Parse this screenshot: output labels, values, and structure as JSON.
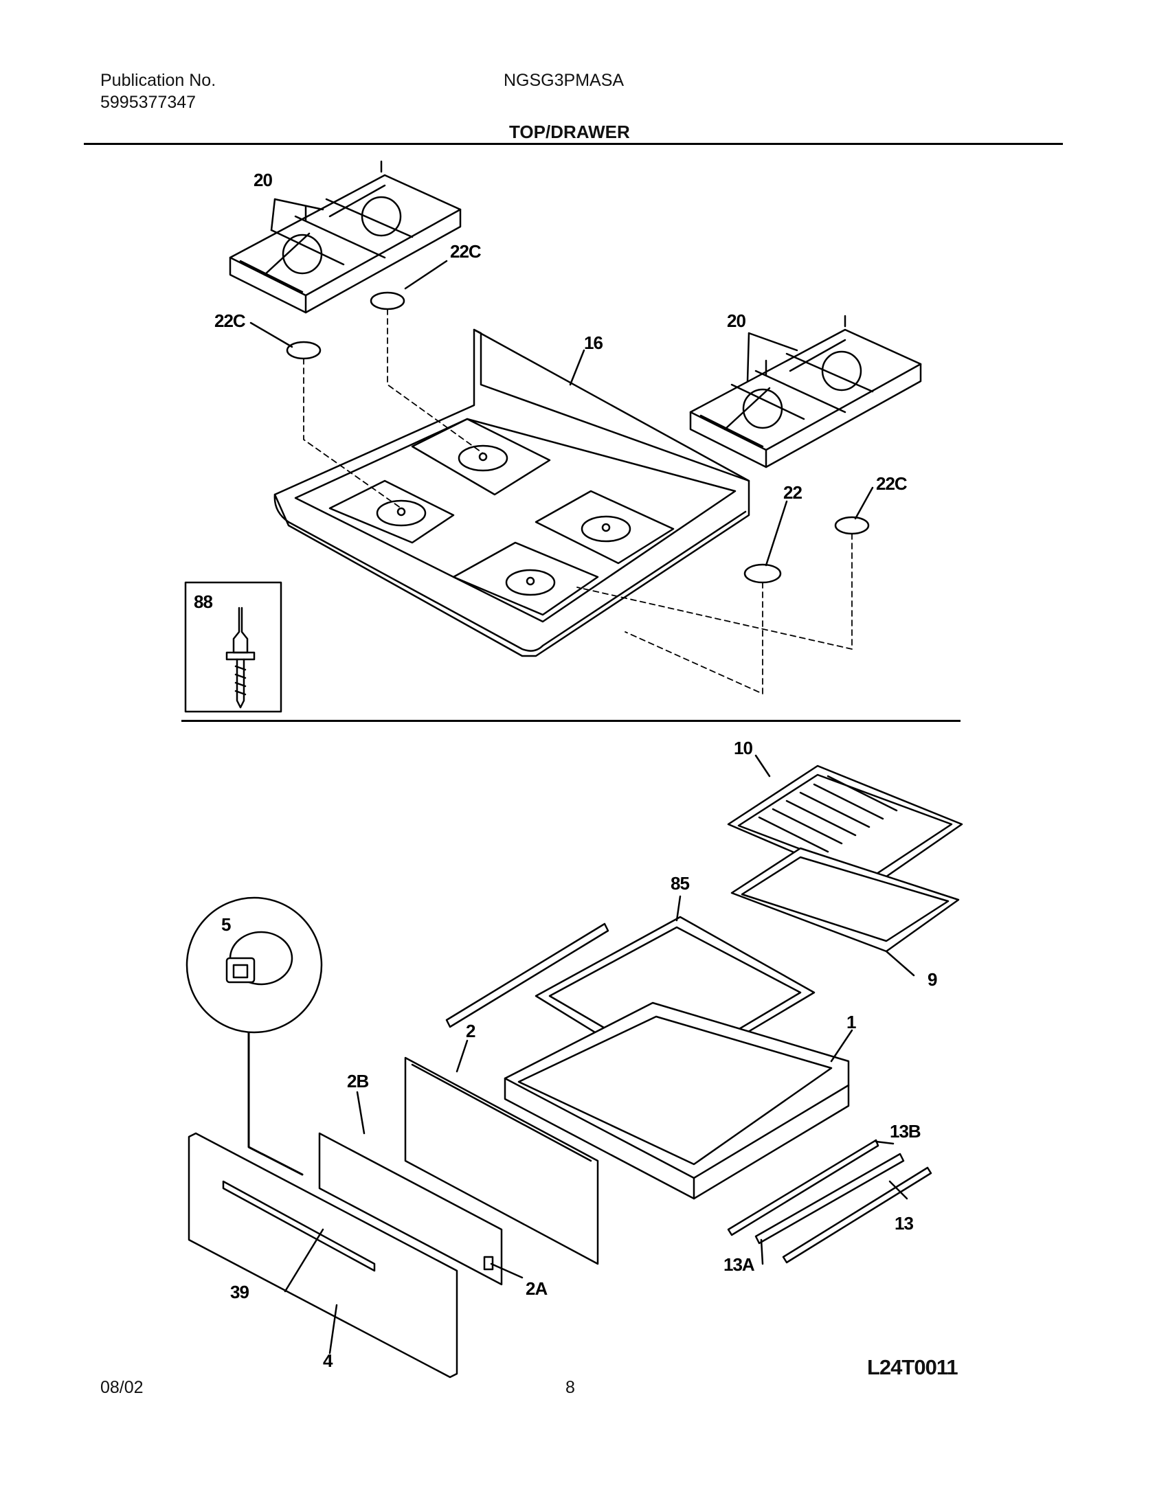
{
  "header": {
    "publication_label": "Publication No.",
    "publication_number": "5995377347",
    "model": "NGSG3PMASA",
    "section_title": "TOP/DRAWER"
  },
  "callouts": {
    "grates_left": "20",
    "cap_left_upper": "22C",
    "cap_left_lower": "22C",
    "cooktop": "16",
    "grates_right": "20",
    "cap_right": "22C",
    "cap_22": "22",
    "screw_box": "88",
    "broiler_grid": "10",
    "broiler_pan": "9",
    "rack": "85",
    "clip": "5",
    "drawer_body": "1",
    "drawer_back": "2",
    "drawer_panel": "2B",
    "drawer_front": "4",
    "handle": "39",
    "spacer": "2A",
    "slide_13b": "13B",
    "slide_13": "13",
    "slide_13a": "13A"
  },
  "footer": {
    "date": "08/02",
    "page": "8",
    "figure_code": "L24T0011"
  }
}
